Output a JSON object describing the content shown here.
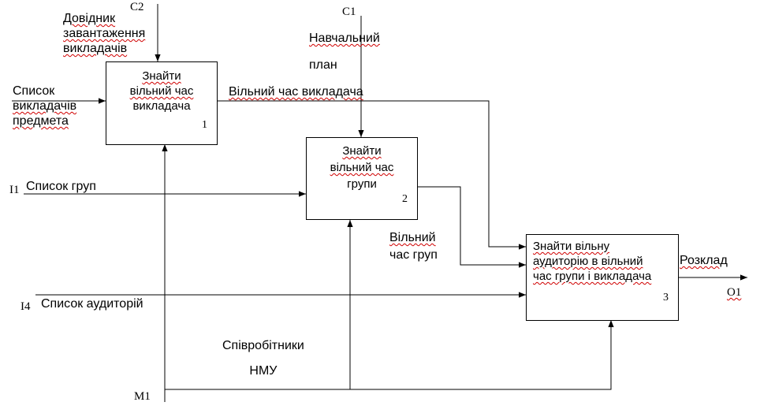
{
  "diagram": {
    "boxes": [
      {
        "id": "1",
        "title_lines": [
          "Знайти",
          "вільний час",
          "викладача"
        ],
        "number": "1"
      },
      {
        "id": "2",
        "title_lines": [
          "Знайти",
          "вільний час",
          "групи"
        ],
        "number": "2"
      },
      {
        "id": "3",
        "title_lines": [
          "Знайти вільну",
          "аудиторію в вільний",
          "час групи і викладача"
        ],
        "number": "3"
      }
    ],
    "codes": {
      "c2": "C2",
      "c1": "C1",
      "i1": "I1",
      "i4": "I4",
      "o1": "O1",
      "m1": "M1"
    },
    "labels": {
      "dovidnyk": [
        "Довідник",
        "завантаження",
        "викладачів"
      ],
      "navch_plan": [
        "Навчальний",
        "план"
      ],
      "spysok_vykl": [
        "Список",
        "викладачів",
        "предмета"
      ],
      "vilnyi_chas_vykl": "Вільний час викладача",
      "spysok_grup": "Список груп",
      "vilnyi_chas_grup": [
        "Вільний",
        "час груп"
      ],
      "rozklad": "Розклад",
      "spysok_auditoriy": "Список аудиторій",
      "spivrobitnyky": [
        "Співробітники",
        "НМУ"
      ]
    }
  }
}
